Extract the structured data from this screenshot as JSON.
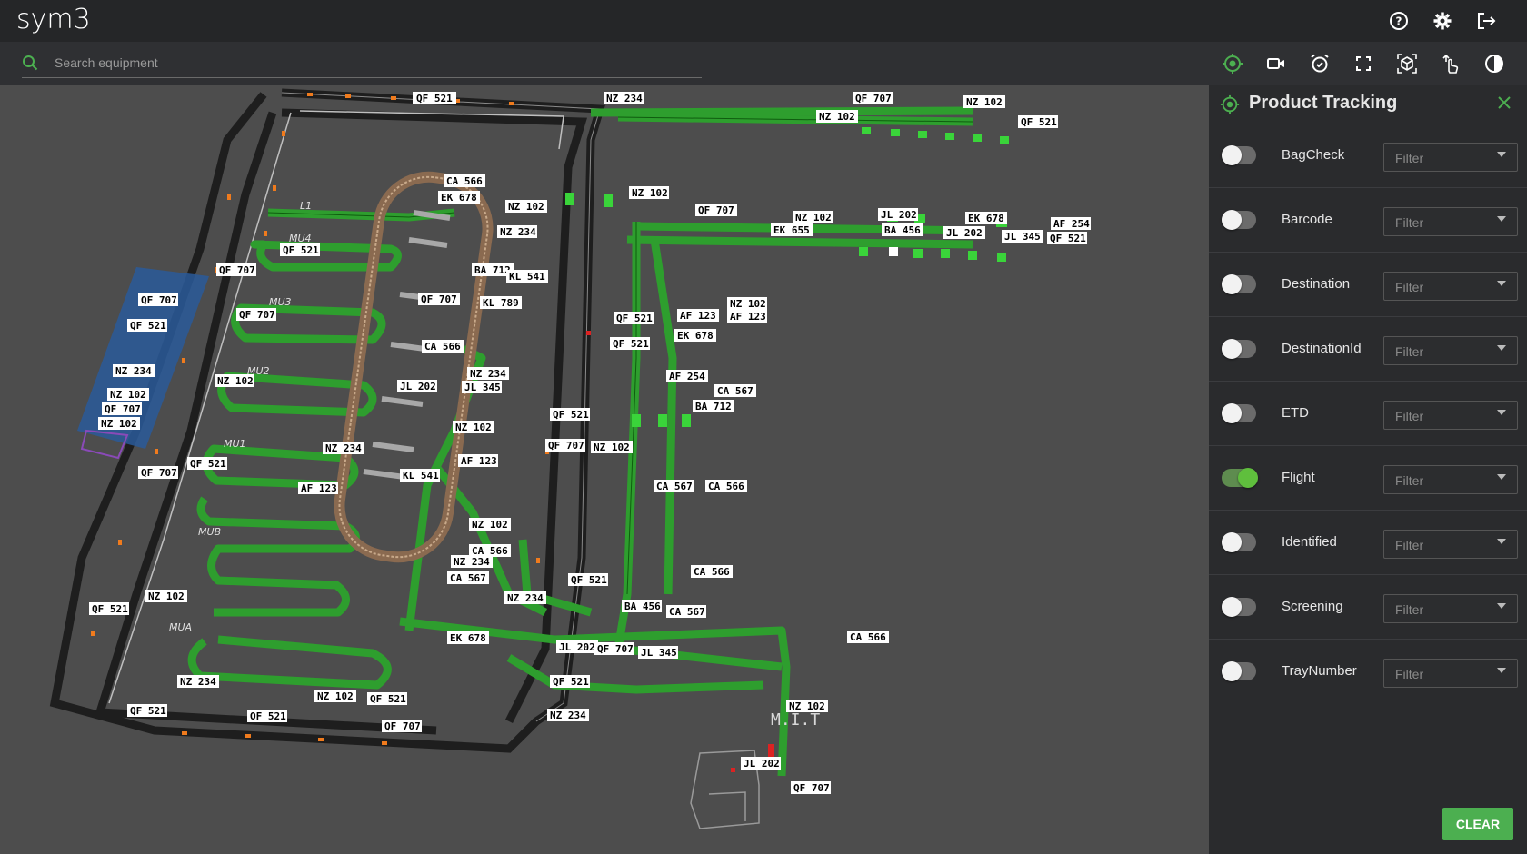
{
  "app": {
    "logo": "sym3"
  },
  "header_icons": [
    "help-icon",
    "settings-gear-icon",
    "logout-icon"
  ],
  "search": {
    "placeholder": "Search equipment",
    "value": ""
  },
  "toolbar_icons": [
    "product-tracking-icon",
    "camera-icon",
    "alarm-clock-icon",
    "fullscreen-icon",
    "3d-view-icon",
    "touch-select-icon",
    "contrast-icon"
  ],
  "panel": {
    "title": "Product Tracking",
    "filters": [
      {
        "label": "BagCheck",
        "enabled": false,
        "placeholder": "Filter"
      },
      {
        "label": "Barcode",
        "enabled": false,
        "placeholder": "Filter"
      },
      {
        "label": "Destination",
        "enabled": false,
        "placeholder": "Filter"
      },
      {
        "label": "DestinationId",
        "enabled": false,
        "placeholder": "Filter"
      },
      {
        "label": "ETD",
        "enabled": false,
        "placeholder": "Filter"
      },
      {
        "label": "Flight",
        "enabled": true,
        "placeholder": "Filter"
      },
      {
        "label": "Identified",
        "enabled": false,
        "placeholder": "Filter"
      },
      {
        "label": "Screening",
        "enabled": false,
        "placeholder": "Filter"
      },
      {
        "label": "TrayNumber",
        "enabled": false,
        "placeholder": "Filter"
      }
    ],
    "clear_label": "CLEAR"
  },
  "map": {
    "zone_labels": [
      "L1",
      "MU4",
      "MU3",
      "MU2",
      "MU1",
      "MUB",
      "MUA",
      "M.I.T"
    ],
    "flight_tags": [
      "QF 521",
      "NZ 234",
      "QF 707",
      "NZ 102",
      "CA 566",
      "EK 678",
      "CA 567",
      "BA 712",
      "KL 541",
      "KL 789",
      "JL 202",
      "JL 345",
      "AF 123",
      "AF 254",
      "EK 655",
      "BA 456"
    ]
  },
  "colors": {
    "accent": "#4caf50",
    "conveyor": "#2e9e2e",
    "belt_dark": "#1f1f1f",
    "tag_bg": "#ffffff"
  }
}
